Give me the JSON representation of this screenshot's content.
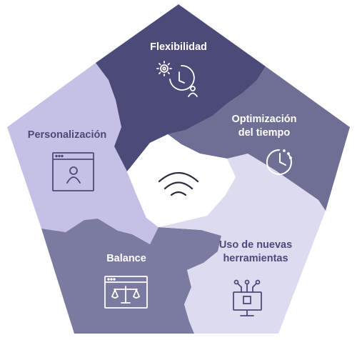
{
  "diagram": {
    "segments": [
      {
        "id": "flexibilidad",
        "lines": [
          "Flexibilidad"
        ],
        "icon": "gear-clock-person-icon",
        "color": "#4c4a78",
        "text_color": "#ffffff"
      },
      {
        "id": "optimizacion",
        "lines": [
          "Optimización",
          "del tiempo"
        ],
        "icon": "clock-icon",
        "color": "#6f6f96",
        "text_color": "#ffffff"
      },
      {
        "id": "nuevas-herramientas",
        "lines": [
          "Uso de nuevas",
          "herramientas"
        ],
        "icon": "monitor-circuit-icon",
        "color": "#dcdbf0",
        "text_color": "#4c4a78"
      },
      {
        "id": "balance",
        "lines": [
          "Balance"
        ],
        "icon": "scale-window-icon",
        "color": "#7b7aa1",
        "text_color": "#ffffff"
      },
      {
        "id": "personalizacion",
        "lines": [
          "Personalización"
        ],
        "icon": "profile-window-icon",
        "color": "#c4c0e6",
        "text_color": "#4c4a78"
      }
    ],
    "center_icon": "wifi-signal-icon",
    "center_color": "#ffffff"
  }
}
